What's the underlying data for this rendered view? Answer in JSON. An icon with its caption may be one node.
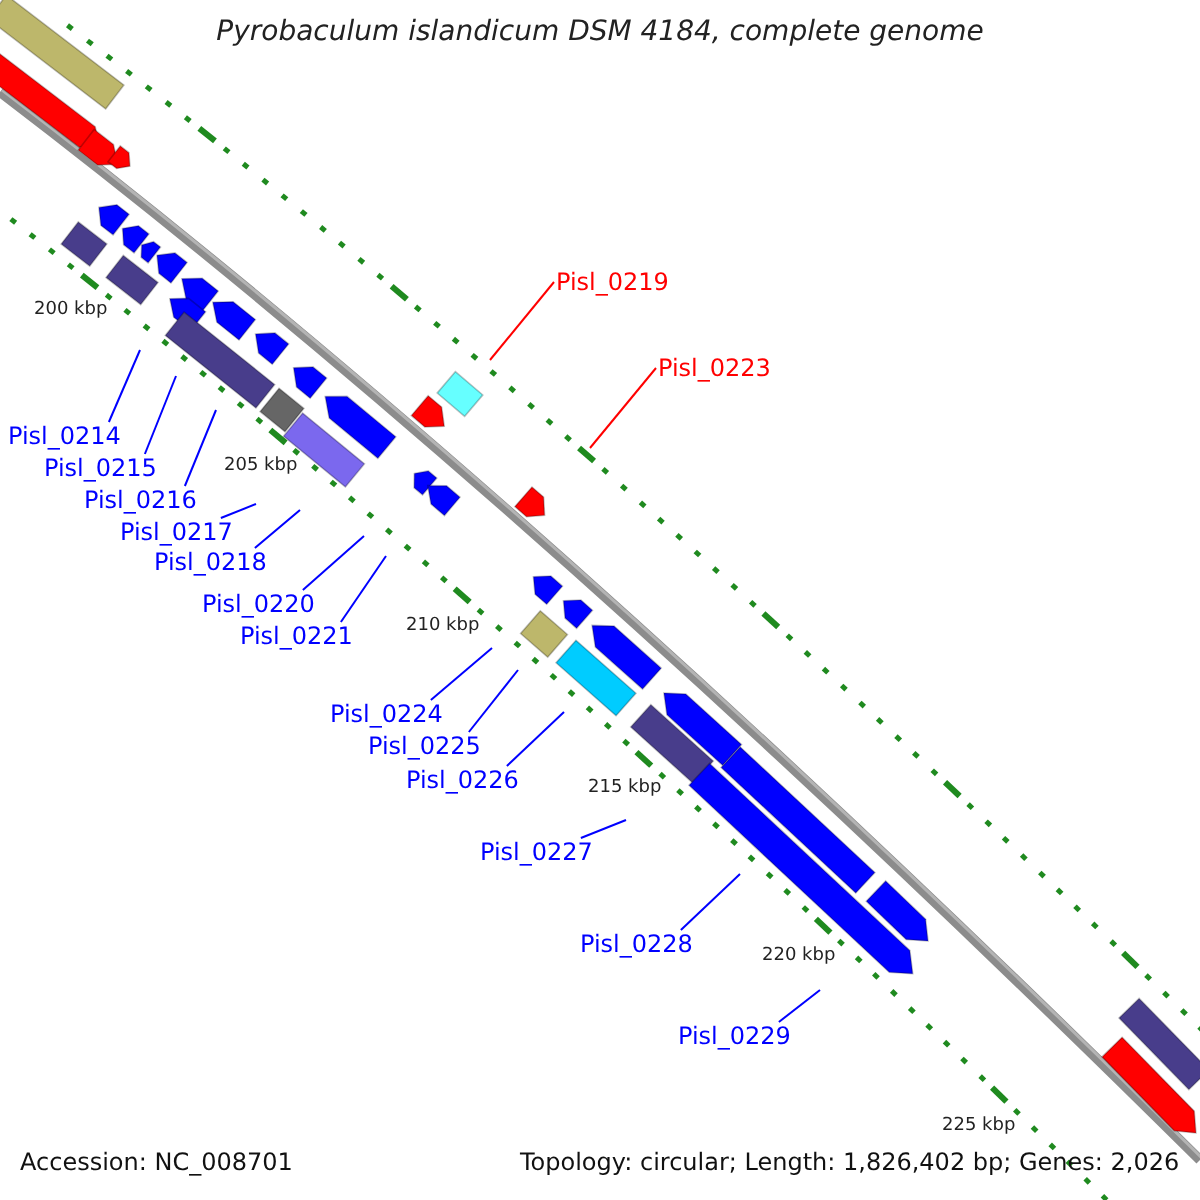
{
  "diagram": {
    "title": "Pyrobaculum islandicum DSM 4184, complete genome",
    "nodes": [
      {
        "text": [
          "Pisl_0219"
        ]
      },
      {
        "text": [
          "Pisl_0223"
        ]
      },
      {
        "text": [
          "Pisl_0214"
        ]
      },
      {
        "text": [
          "Pisl_0215"
        ]
      },
      {
        "text": [
          "Pisl_0216"
        ]
      },
      {
        "text": [
          "Pisl_0217"
        ]
      },
      {
        "text": [
          "Pisl_0218"
        ]
      },
      {
        "text": [
          "Pisl_0220"
        ]
      },
      {
        "text": [
          "Pisl_0221"
        ]
      },
      {
        "text": [
          "Pisl_0224"
        ]
      },
      {
        "text": [
          "Pisl_0225"
        ]
      },
      {
        "text": [
          "Pisl_0226"
        ]
      },
      {
        "text": [
          "Pisl_0227"
        ]
      },
      {
        "text": [
          "Pisl_0228"
        ]
      },
      {
        "text": [
          "Pisl_0229"
        ]
      }
    ],
    "edges": [
      {
        "from": 0,
        "to": null,
        "arrow": "none",
        "color": "#ff0000"
      },
      {
        "from": 1,
        "to": null,
        "arrow": "none",
        "color": "#ff0000"
      },
      {
        "from": 2,
        "to": null,
        "arrow": "none"
      },
      {
        "from": 3,
        "to": null,
        "arrow": "none"
      },
      {
        "from": 4,
        "to": null,
        "arrow": "none"
      },
      {
        "from": 5,
        "to": null,
        "arrow": "none"
      },
      {
        "from": 6,
        "to": null,
        "arrow": "none"
      },
      {
        "from": 7,
        "to": null,
        "arrow": "none"
      },
      {
        "from": 8,
        "to": null,
        "arrow": "none"
      },
      {
        "from": 9,
        "to": null,
        "arrow": "none"
      },
      {
        "from": 10,
        "to": null,
        "arrow": "none"
      },
      {
        "from": 11,
        "to": null,
        "arrow": "none"
      },
      {
        "from": 12,
        "to": null,
        "arrow": "none"
      },
      {
        "from": 13,
        "to": null,
        "arrow": "none"
      },
      {
        "from": 14,
        "to": null,
        "arrow": "none"
      }
    ],
    "labels": [
      "200 kbp",
      "205 kbp",
      "210 kbp",
      "215 kbp",
      "220 kbp",
      "225 kbp",
      "Accession: NC_008701",
      "Topology: circular; Length: 1,826,402 bp; Genes: 2,026"
    ]
  }
}
